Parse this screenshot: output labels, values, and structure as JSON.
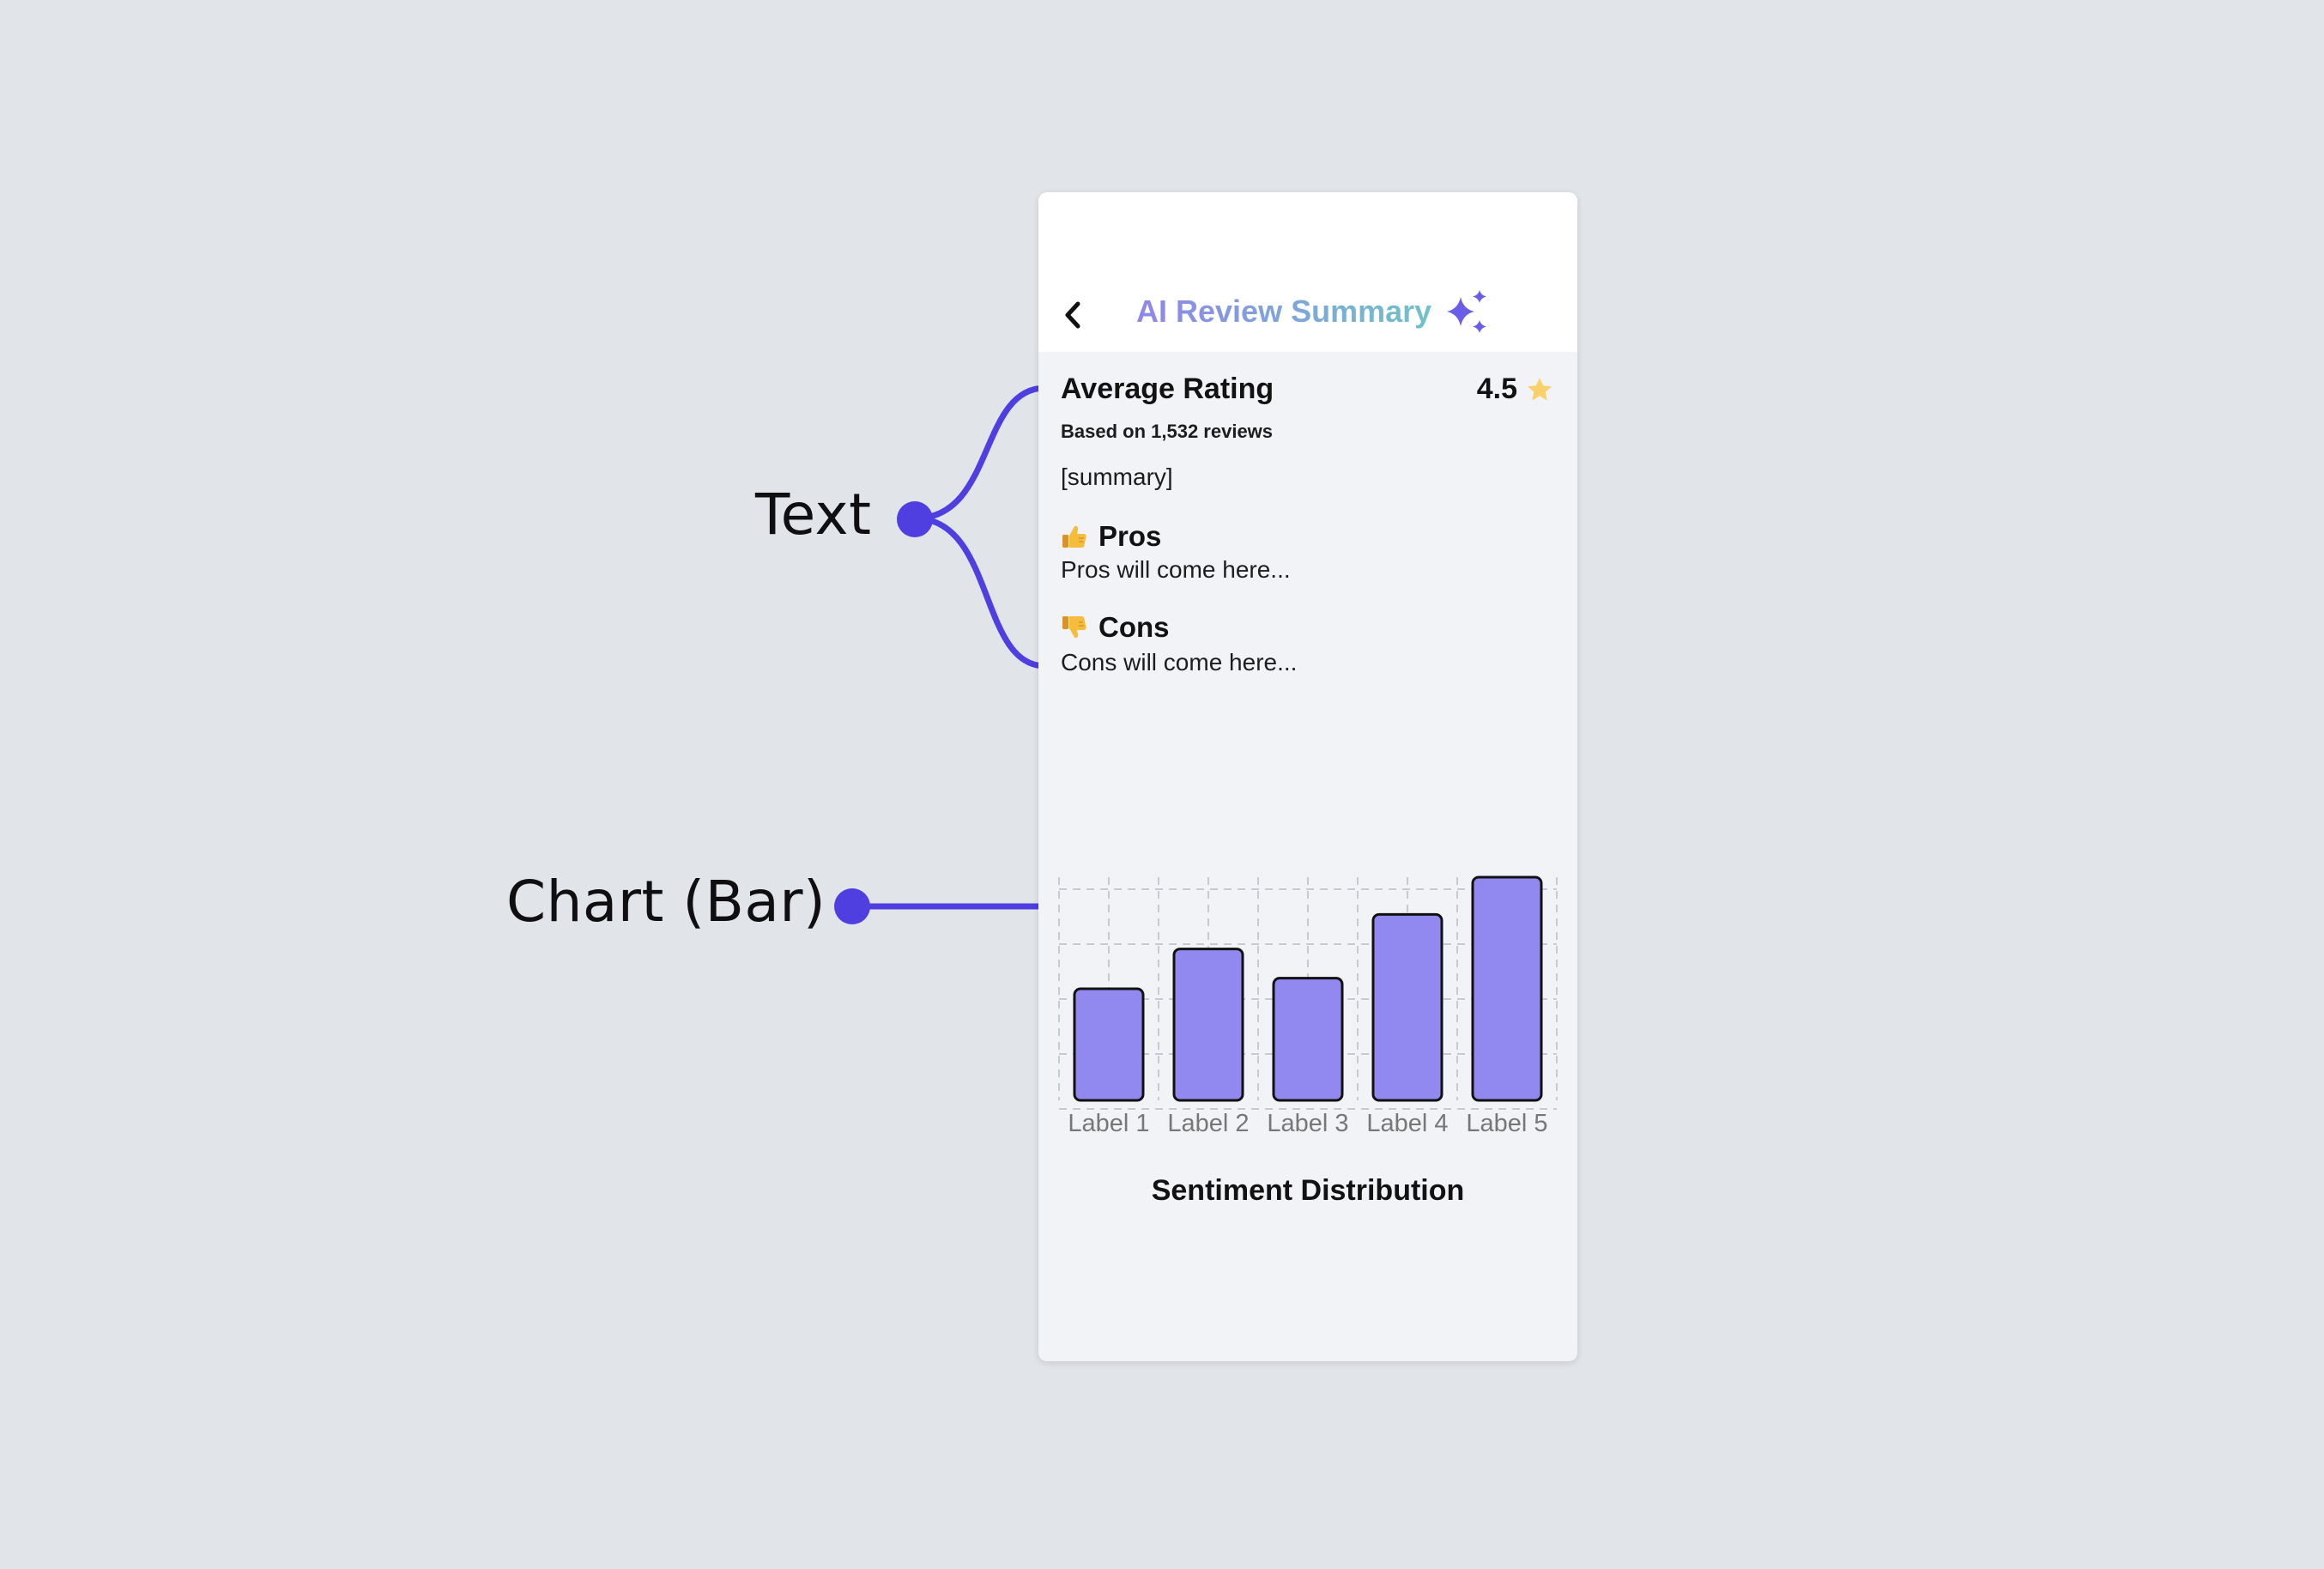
{
  "annotations": {
    "text_label": "Text",
    "chart_label": "Chart (Bar)"
  },
  "header": {
    "title": "AI Review Summary",
    "back_icon": "chevron-left-icon",
    "sparkle_icon": "sparkle-icon"
  },
  "rating": {
    "title": "Average Rating",
    "value": "4.5",
    "based_on": "Based on 1,532 reviews",
    "star_icon": "star-icon"
  },
  "summary": "[summary]",
  "pros": {
    "title": "Pros",
    "body": "Pros will come here...",
    "icon": "thumbs-up-icon"
  },
  "cons": {
    "title": "Cons",
    "body": "Cons will come here...",
    "icon": "thumbs-down-icon"
  },
  "colors": {
    "accent": "#4f3ee0",
    "bar_fill": "#9189f0",
    "title_gradient_start": "#8f86ea",
    "title_gradient_end": "#6fc3c9",
    "star": "#f8d16a"
  },
  "chart_data": {
    "type": "bar",
    "title": "Sentiment Distribution",
    "categories": [
      "Label 1",
      "Label 2",
      "Label 3",
      "Label 4",
      "Label 5"
    ],
    "values": [
      2.1,
      2.85,
      2.3,
      3.5,
      4.2
    ],
    "ylim": [
      0,
      4.2
    ],
    "grid": true,
    "xlabel": "",
    "ylabel": ""
  }
}
